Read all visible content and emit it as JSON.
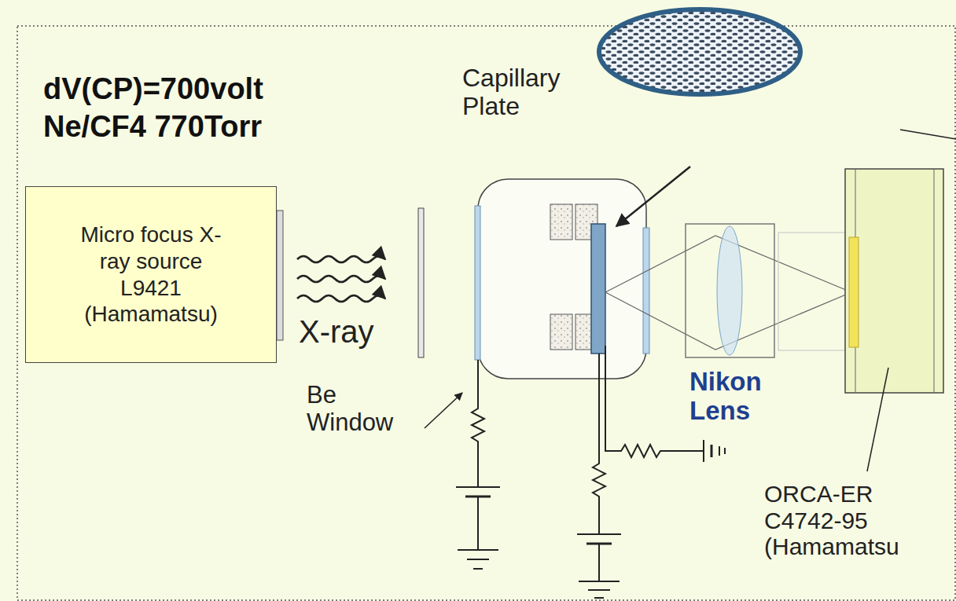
{
  "diagram": {
    "nodes": [
      {
        "text": [
          "Micro focus X-ray source L9421 (Hamamatsu)"
        ]
      }
    ],
    "labels": [
      "dV(CP)=700volt",
      "Ne/CF4 770Torr",
      "Capillary Plate",
      "X-ray",
      "Be Window",
      "Nikon Lens",
      "ORCA-ER C4742-95 (Hamamatsu"
    ]
  }
}
